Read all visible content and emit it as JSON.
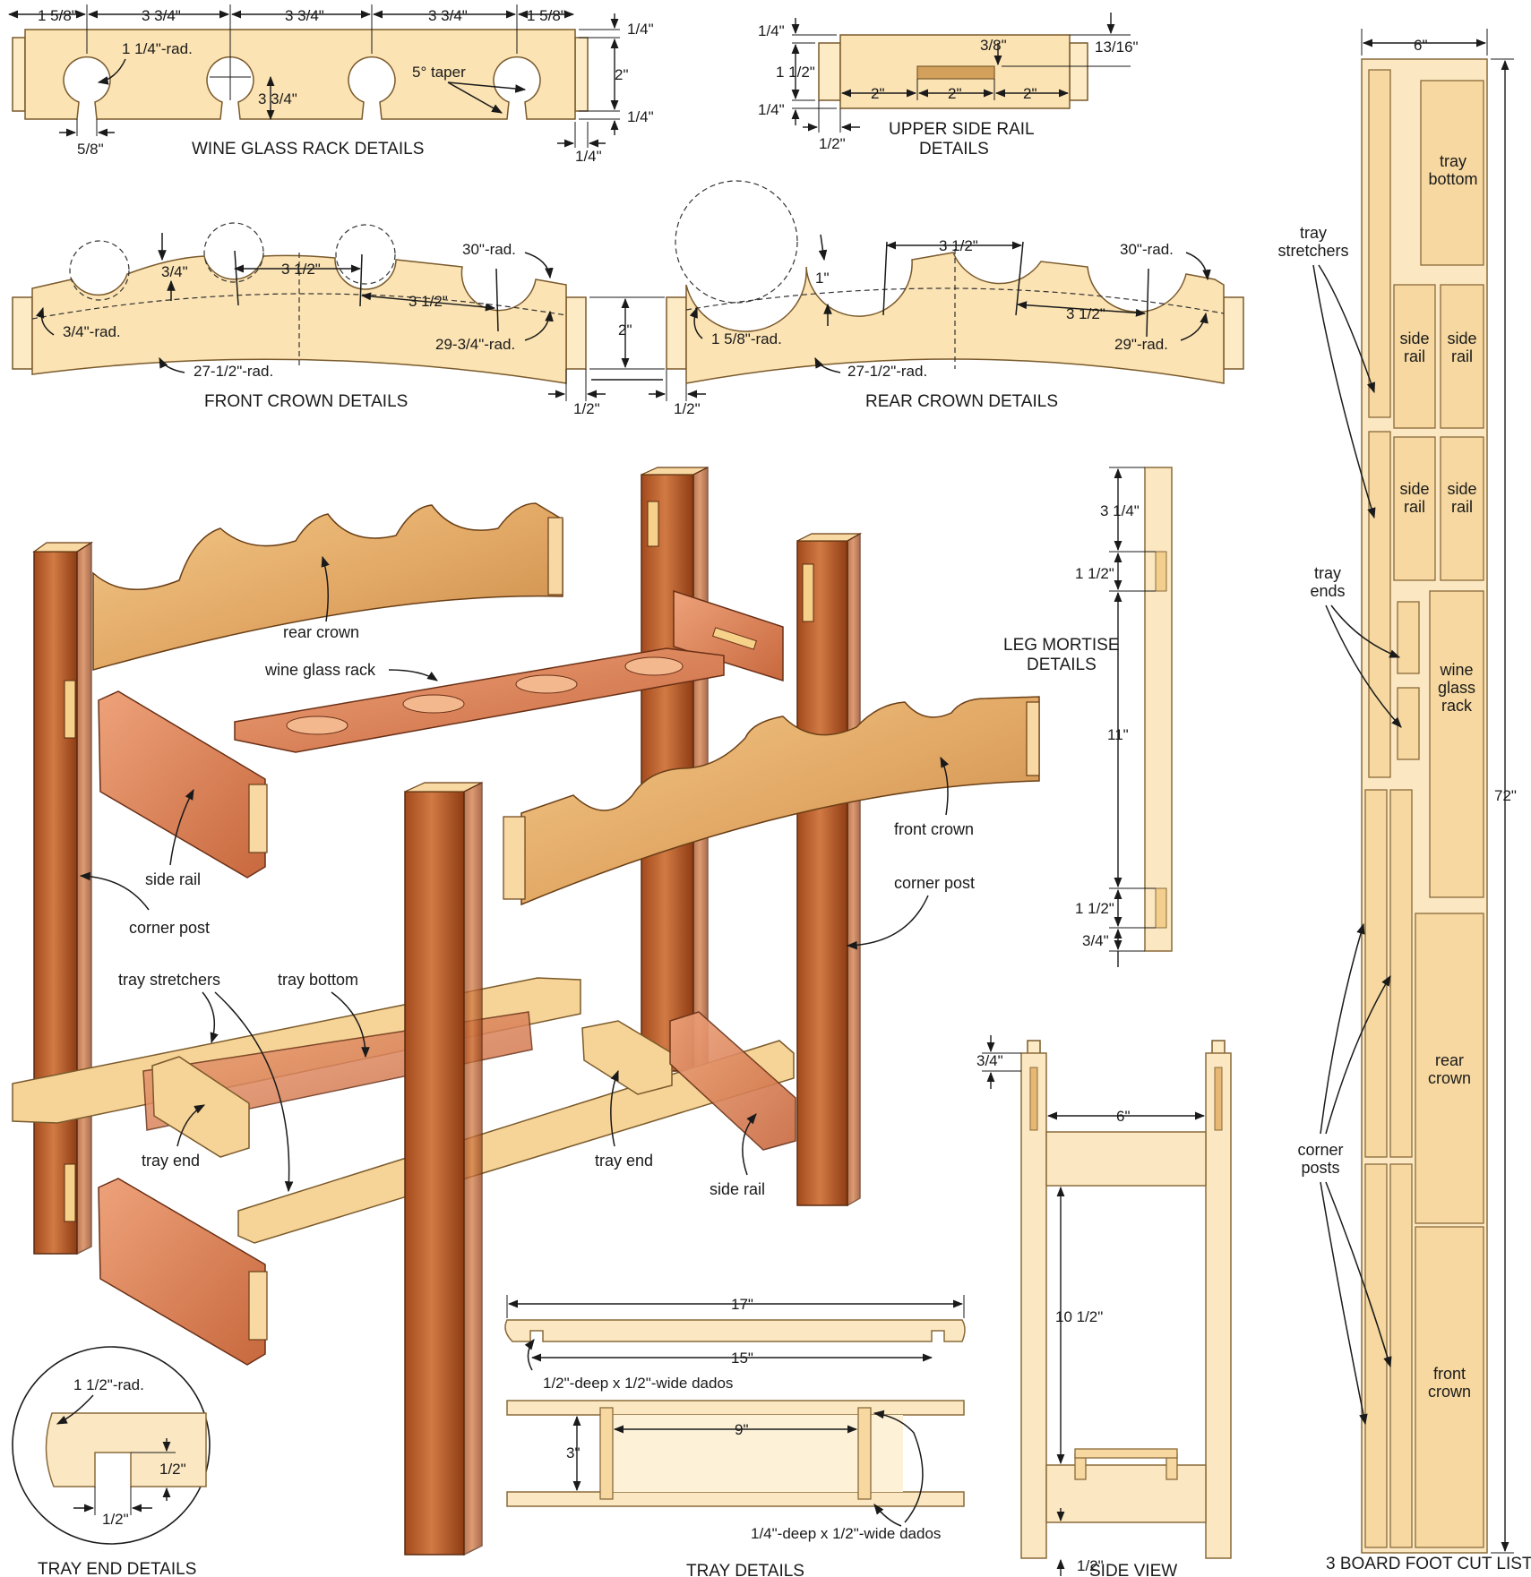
{
  "captions": {
    "wine_glass_rack": "WINE GLASS RACK DETAILS",
    "upper_side_rail": [
      "UPPER SIDE RAIL",
      "DETAILS"
    ],
    "front_crown": "FRONT CROWN DETAILS",
    "rear_crown": "REAR CROWN DETAILS",
    "leg_mortise": [
      "LEG MORTISE",
      "DETAILS"
    ],
    "tray_end": "TRAY END DETAILS",
    "tray": "TRAY DETAILS",
    "side_view": "SIDE VIEW",
    "cut_list": "3 BOARD FOOT CUT LIST"
  },
  "wine_glass_rack_dims": {
    "d1": "1 5/8\"",
    "d2": "3 3/4\"",
    "d3": "3 3/4\"",
    "d4": "3 3/4\"",
    "d5": "1 5/8\"",
    "radius": "1 1/4\"-rad.",
    "depth": "3 3/4\"",
    "taper": "5° taper",
    "slot": "5/8\"",
    "top": "1/4\"",
    "width": "2\"",
    "bottom": "1/4\"",
    "tenon": "1/4\""
  },
  "upper_side_rail_dims": {
    "top": "1/4\"",
    "width": "1 1/2\"",
    "bottom": "1/4\"",
    "tenon": "1/2\"",
    "slot_w": "3/8\"",
    "slot_h": "13/16\"",
    "a": "2\"",
    "b": "2\"",
    "c": "2\""
  },
  "front_crown_dims": {
    "r30": "30\"-rad.",
    "r34": "3/4\"-rad.",
    "d34": "3/4\"",
    "s1": "3 1/2\"",
    "s2": "3 1/2\"",
    "r2975": "29-3/4\"-rad.",
    "r275": "27-1/2\"-rad."
  },
  "joint_dims": {
    "height": "2\"",
    "left": "1/2\"",
    "right": "1/2\""
  },
  "rear_crown_dims": {
    "r30": "30\"-rad.",
    "d1": "1\"",
    "s1": "3 1/2\"",
    "s2": "3 1/2\"",
    "r158": "1 5/8\"-rad.",
    "r29": "29\"-rad.",
    "r275": "27-1/2\"-rad."
  },
  "leg_mortise_dims": {
    "a": "3 1/4\"",
    "b": "1 1/2\"",
    "c": "11\"",
    "d": "1 1/2\"",
    "e": "3/4\""
  },
  "side_view_dims": {
    "top": "3/4\"",
    "width": "6\"",
    "gap": "10 1/2\"",
    "bottom": "1/2\""
  },
  "tray_dims": {
    "length": "17\"",
    "inner": "15\"",
    "dados_top": "1/2\"-deep x 1/2\"-wide dados",
    "width": "3\"",
    "span": "9\"",
    "dados_bottom": "1/4\"-deep x 1/2\"-wide dados"
  },
  "tray_end_dims": {
    "radius": "1 1/2\"-rad.",
    "depth": "1/2\"",
    "width": "1/2\""
  },
  "assembly_labels": {
    "rear_crown": "rear crown",
    "wine_glass_rack": "wine glass rack",
    "side_rail_left": "side rail",
    "corner_post_left": "corner post",
    "front_crown": "front crown",
    "corner_post_right": "corner post",
    "tray_stretchers": "tray stretchers",
    "tray_bottom": "tray bottom",
    "tray_end_left": "tray end",
    "tray_end_right": "tray end",
    "side_rail_right": "side rail"
  },
  "cut_list": {
    "width": "6\"",
    "length": "72\"",
    "tray_bottom": [
      "tray",
      "bottom"
    ],
    "side_rail": [
      "side",
      "rail"
    ],
    "wine_glass_rack": [
      "wine",
      "glass",
      "rack"
    ],
    "rear_crown": [
      "rear",
      "crown"
    ],
    "front_crown": [
      "front",
      "crown"
    ],
    "lbl_tray_stretchers": [
      "tray",
      "stretchers"
    ],
    "lbl_tray_ends": [
      "tray",
      "ends"
    ],
    "lbl_corner_posts": [
      "corner",
      "posts"
    ]
  }
}
